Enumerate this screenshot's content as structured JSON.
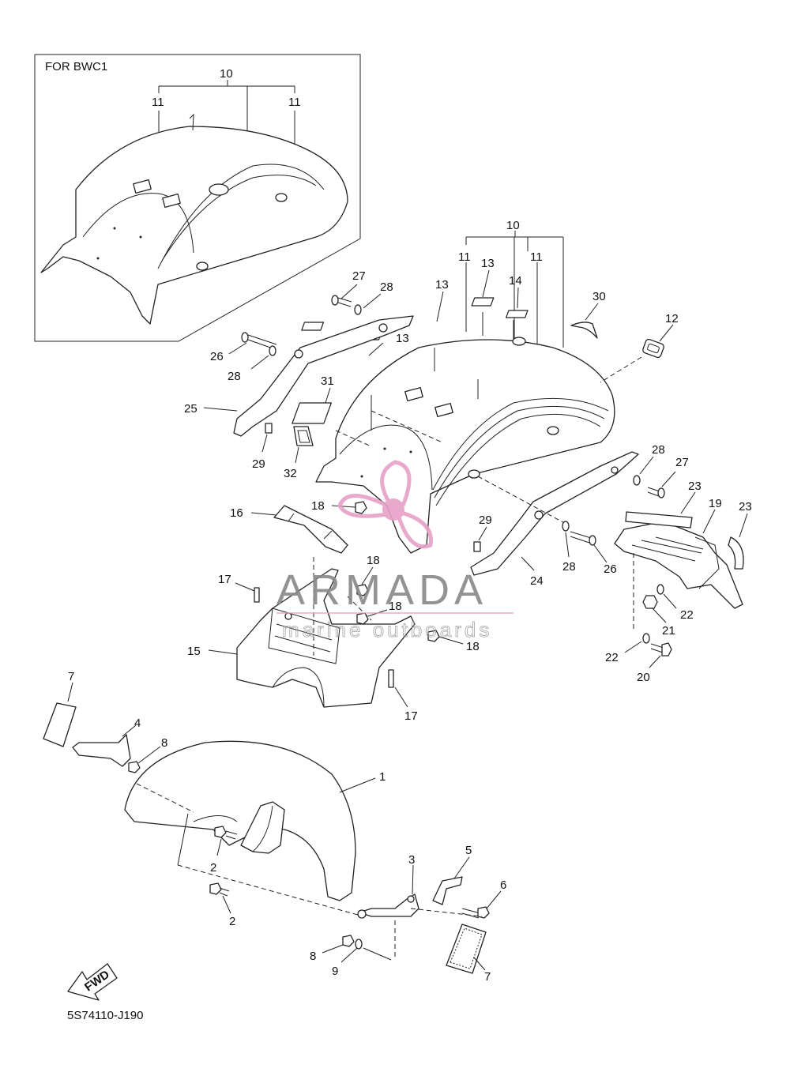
{
  "inset": {
    "title": "FOR BWC1"
  },
  "callouts": {
    "c1": "1",
    "c2a": "2",
    "c2b": "2",
    "c3": "3",
    "c4": "4",
    "c5": "5",
    "c6": "6",
    "c7a": "7",
    "c7b": "7",
    "c8a": "8",
    "c8b": "8",
    "c9": "9",
    "c10_inset": "10",
    "c11_inset_l": "11",
    "c11_inset_r": "11",
    "c10": "10",
    "c11_l": "11",
    "c11_r": "11",
    "c12": "12",
    "c13a": "13",
    "c13b": "13",
    "c13c": "13",
    "c14": "14",
    "c15": "15",
    "c16": "16",
    "c17a": "17",
    "c17b": "17",
    "c18a": "18",
    "c18b": "18",
    "c18c": "18",
    "c18d": "18",
    "c19": "19",
    "c20": "20",
    "c21": "21",
    "c22a": "22",
    "c22b": "22",
    "c23a": "23",
    "c23b": "23",
    "c24": "24",
    "c25": "25",
    "c26a": "26",
    "c26b": "26",
    "c27a": "27",
    "c27b": "27",
    "c28a": "28",
    "c28b": "28",
    "c28c": "28",
    "c28d": "28",
    "c29a": "29",
    "c29b": "29",
    "c30": "30",
    "c31": "31",
    "c32": "32"
  },
  "fwd_label": "FWD",
  "diagram_code": "5S74110-J190",
  "watermark": {
    "brand": "ARMADA",
    "tagline": "marine outboards",
    "color": "#e6a0c8",
    "text_color": "#888888"
  }
}
